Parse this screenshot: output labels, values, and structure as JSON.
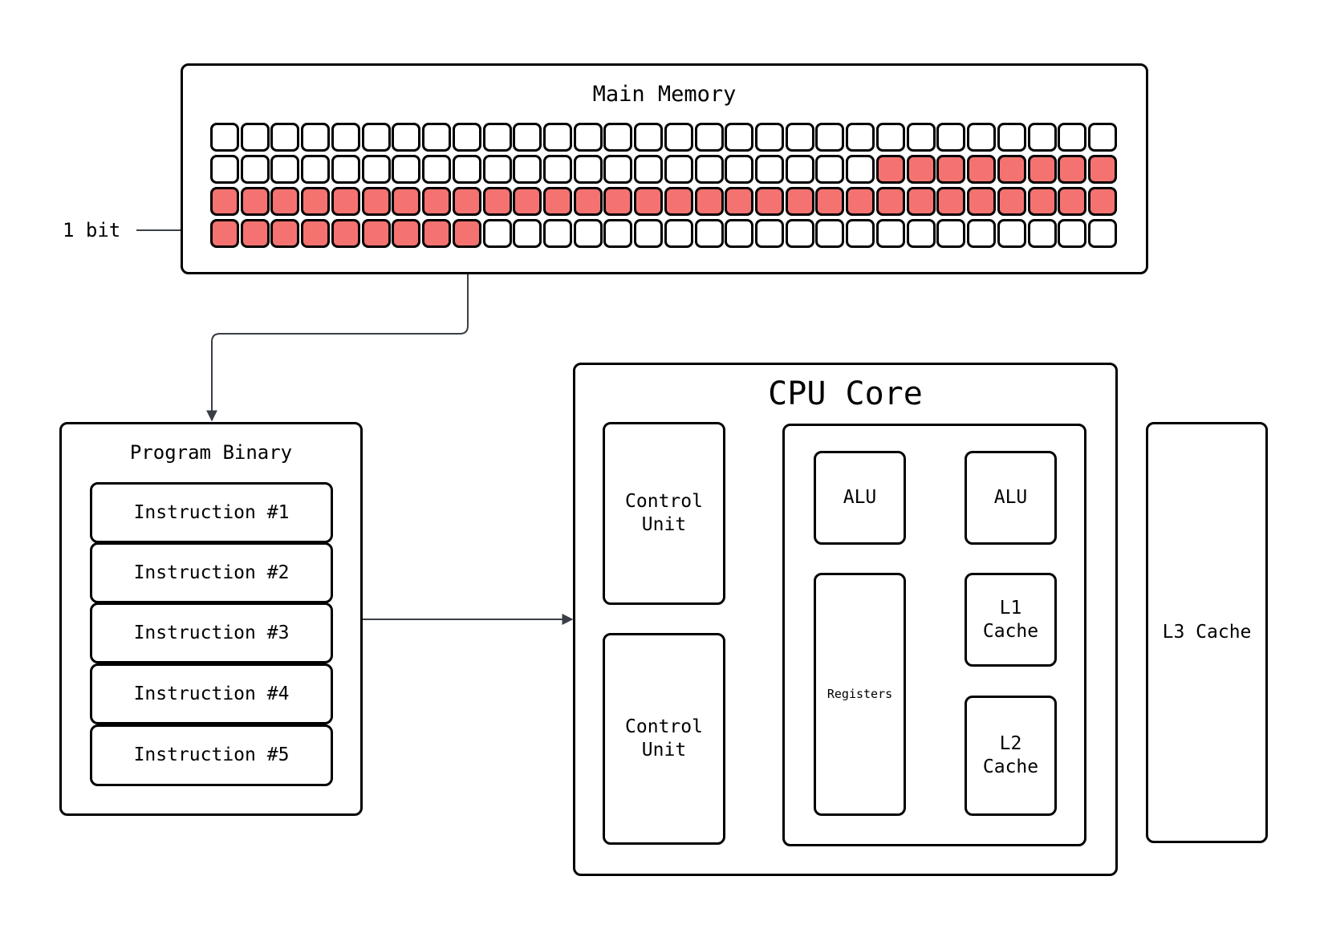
{
  "colors": {
    "bit_set": "#f47371",
    "bit_clear": "#ffffff",
    "stroke": "#000000",
    "connector": "#3a3f47"
  },
  "memory": {
    "title": "Main Memory",
    "bit_label": "1 bit",
    "rows": [
      "000000000000000000000000000000",
      "000000000000000000000011111111",
      "111111111111111111111111111111",
      "111111111000000000000000000000"
    ]
  },
  "program": {
    "title": "Program Binary",
    "instructions": [
      "Instruction #1",
      "Instruction #2",
      "Instruction #3",
      "Instruction #4",
      "Instruction #5"
    ]
  },
  "cpu": {
    "title": "CPU Core",
    "control_units": [
      "Control\nUnit",
      "Control\nUnit"
    ],
    "alus": [
      "ALU",
      "ALU"
    ],
    "registers": "Registers",
    "l1": "L1\nCache",
    "l2": "L2\nCache"
  },
  "l3": "L3 Cache"
}
